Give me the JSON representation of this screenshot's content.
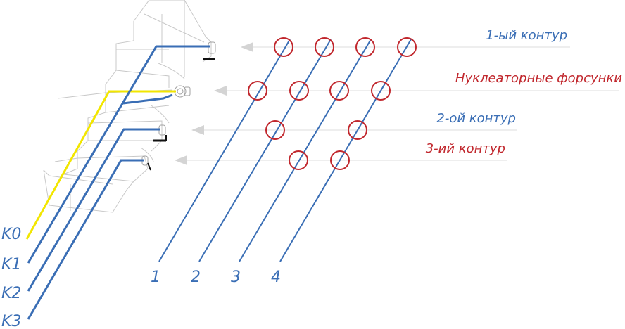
{
  "colors": {
    "blue": "#3a6eb5",
    "red": "#c1272d",
    "yellow": "#f2e600",
    "arrow": "#d4d4d4"
  },
  "labels": {
    "circuit1": "1-ый контур",
    "nucleation": "Нуклеаторные форсунки",
    "circuit2": "2-ой контур",
    "circuit3": "3-ий контур"
  },
  "pipes": [
    "1",
    "2",
    "3",
    "4"
  ],
  "collectors": [
    "K0",
    "K1",
    "K2",
    "K3"
  ]
}
